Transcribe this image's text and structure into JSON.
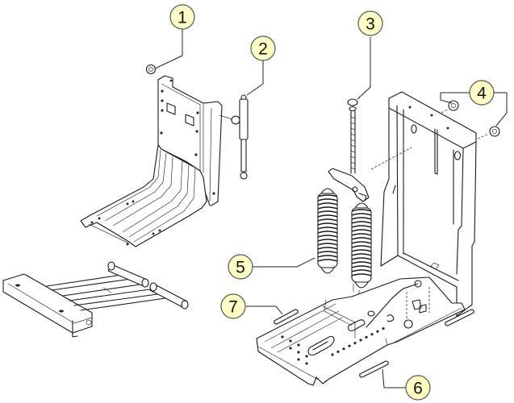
{
  "diagram": {
    "type": "exploded-parts-diagram",
    "callout_color": "#ffffc6",
    "callouts": [
      {
        "number": "1",
        "part": "nut"
      },
      {
        "number": "2",
        "part": "gas-strut"
      },
      {
        "number": "3",
        "part": "adjustment-bolt"
      },
      {
        "number": "4",
        "part": "nuts"
      },
      {
        "number": "5",
        "part": "tension-springs"
      },
      {
        "number": "6",
        "part": "pin"
      },
      {
        "number": "7",
        "part": "pin"
      }
    ],
    "assemblies": [
      "seat-back-bracket",
      "swing-arm-frame",
      "base-housing",
      "base-plate"
    ]
  }
}
